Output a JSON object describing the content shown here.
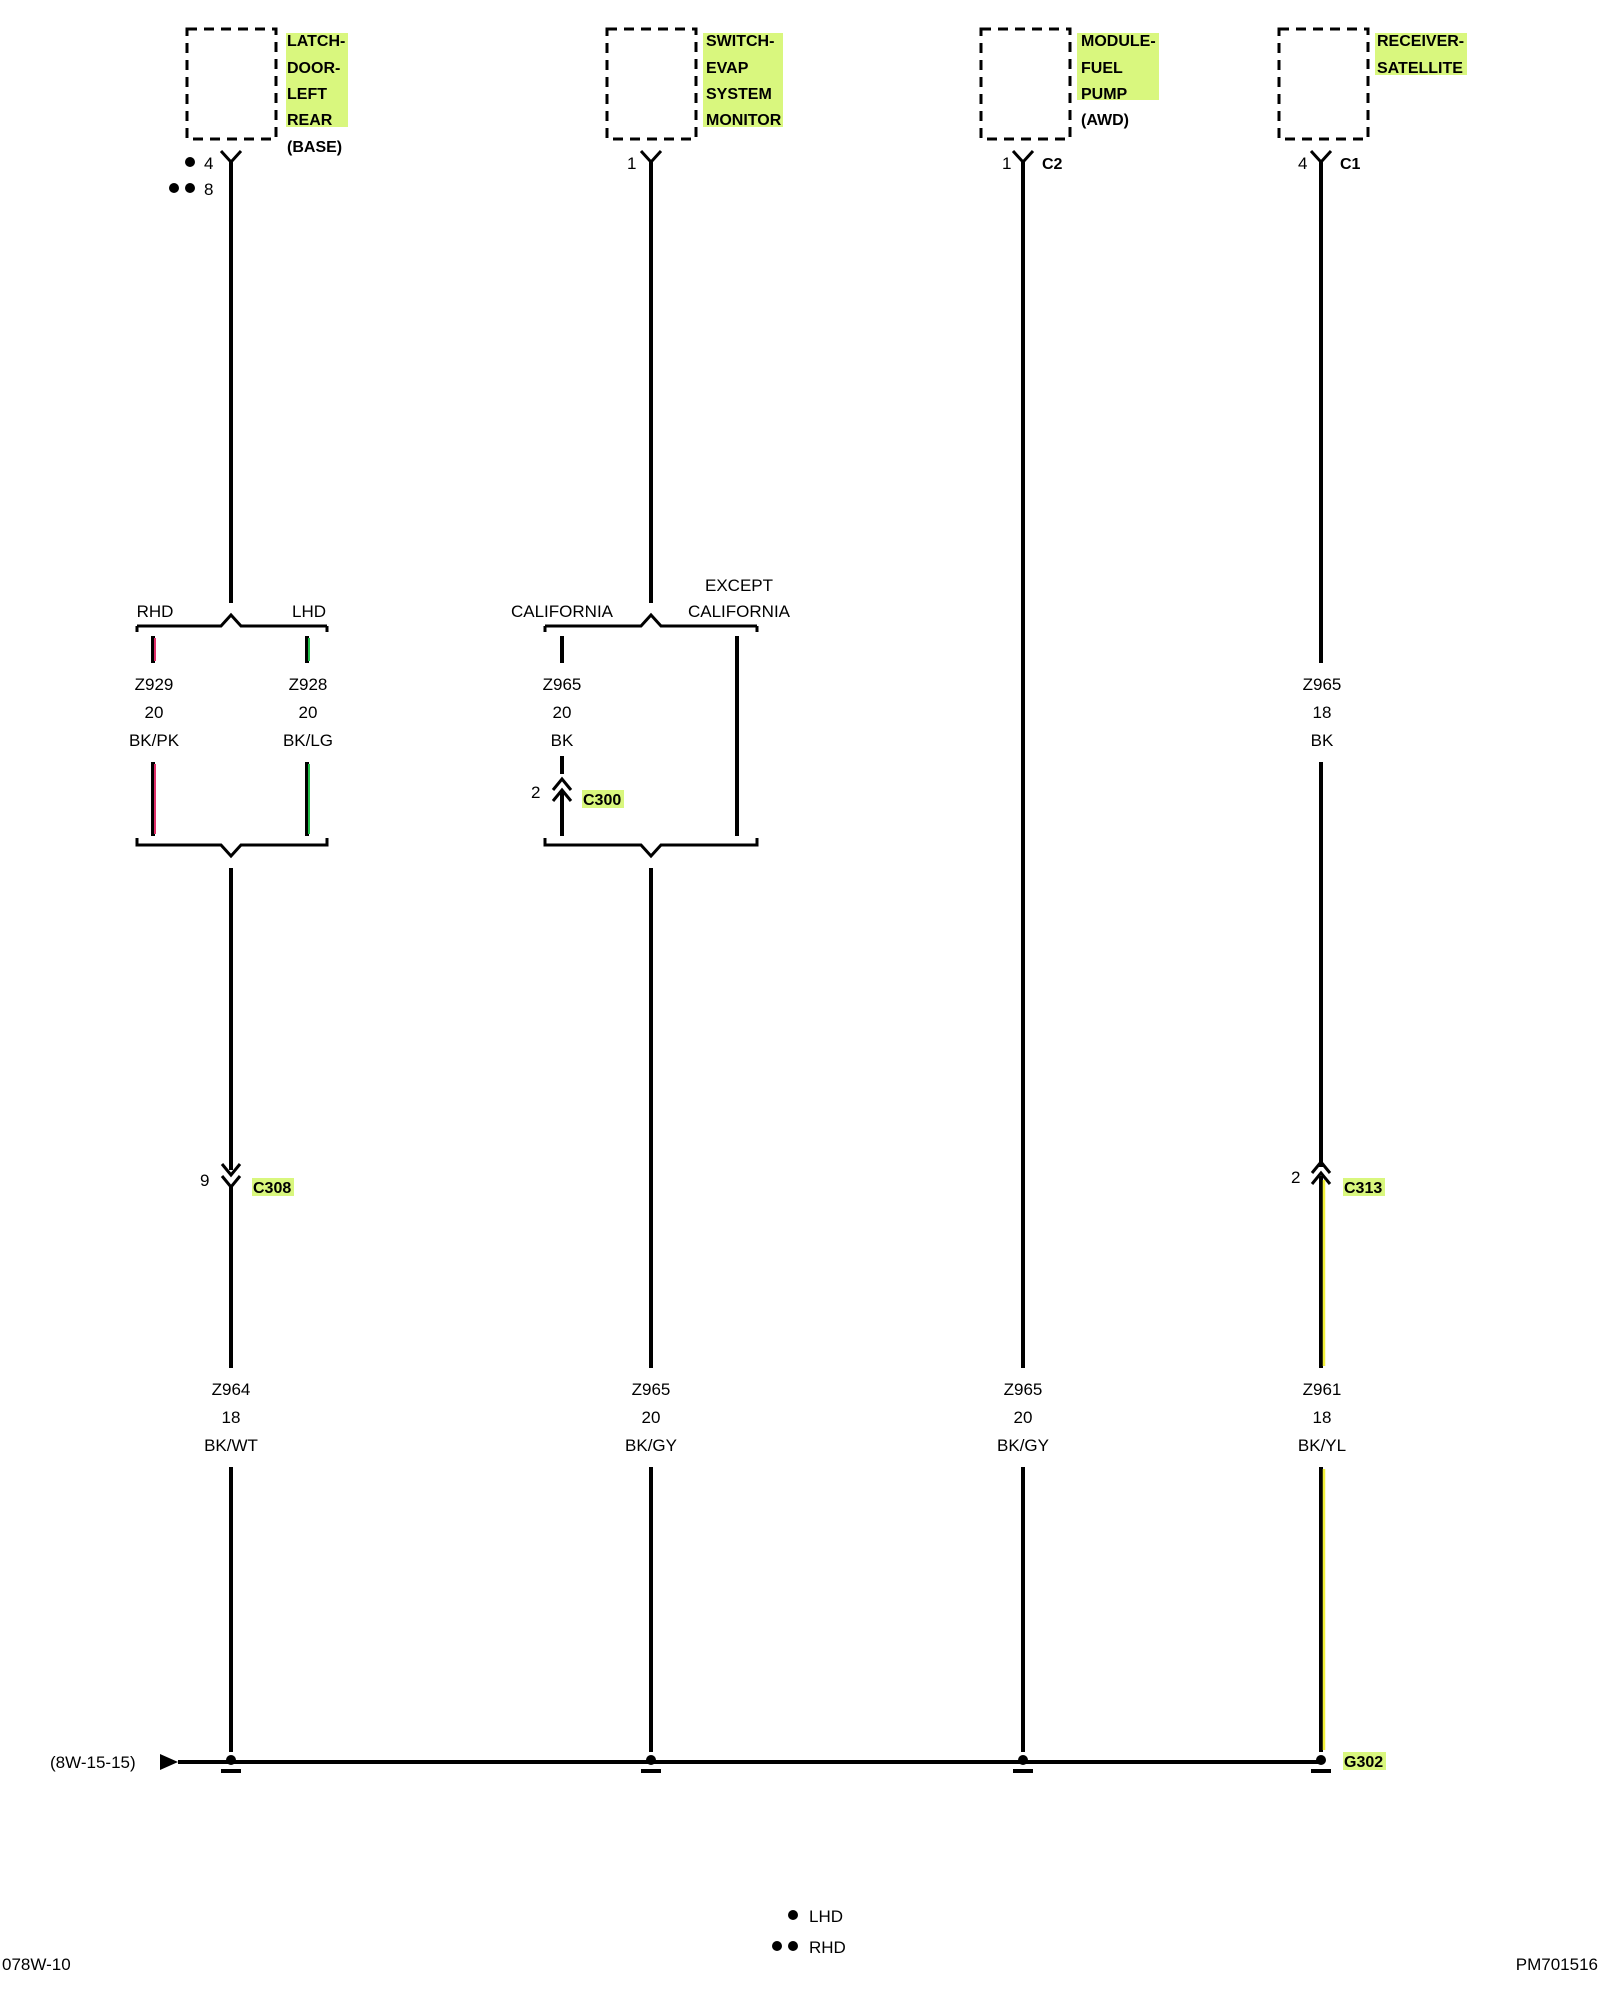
{
  "components": {
    "latch": {
      "lines": [
        "LATCH-",
        "DOOR-",
        "LEFT",
        "REAR"
      ],
      "qualifier": "(BASE)",
      "pin_lhd": "4",
      "pin_rhd": "8"
    },
    "evap": {
      "lines": [
        "SWITCH-",
        "EVAP",
        "SYSTEM",
        "MONITOR"
      ],
      "pin": "1"
    },
    "fuel": {
      "lines": [
        "MODULE-",
        "FUEL",
        "PUMP"
      ],
      "qualifier": "(AWD)",
      "pin": "1",
      "connector": "C2"
    },
    "receiver": {
      "lines": [
        "RECEIVER-",
        "SATELLITE"
      ],
      "pin": "4",
      "connector": "C1"
    }
  },
  "splits": {
    "rhd": "RHD",
    "lhd": "LHD",
    "california": "CALIFORNIA",
    "except_1": "EXCEPT",
    "except_2": "CALIFORNIA"
  },
  "wires": {
    "z929": {
      "circuit": "Z929",
      "gauge": "20",
      "color": "BK/PK"
    },
    "z928": {
      "circuit": "Z928",
      "gauge": "20",
      "color": "BK/LG"
    },
    "z965_cal": {
      "circuit": "Z965",
      "gauge": "20",
      "color": "BK"
    },
    "z965_rec": {
      "circuit": "Z965",
      "gauge": "18",
      "color": "BK"
    },
    "z964": {
      "circuit": "Z964",
      "gauge": "18",
      "color": "BK/WT"
    },
    "z965_evap": {
      "circuit": "Z965",
      "gauge": "20",
      "color": "BK/GY"
    },
    "z965_fuel": {
      "circuit": "Z965",
      "gauge": "20",
      "color": "BK/GY"
    },
    "z961": {
      "circuit": "Z961",
      "gauge": "18",
      "color": "BK/YL"
    }
  },
  "connectors": {
    "c300": {
      "name": "C300",
      "pin": "2"
    },
    "c308": {
      "name": "C308",
      "pin": "9"
    },
    "c313": {
      "name": "C313",
      "pin": "2"
    }
  },
  "ground": {
    "name": "G302",
    "reference": "(8W-15-15)"
  },
  "legend": {
    "lhd": "LHD",
    "rhd": "RHD"
  },
  "footer": {
    "left": "078W-10",
    "right": "PM701516"
  },
  "colors": {
    "highlight": "#d9f77e",
    "pink": "#e0306a",
    "light_green": "#22c04a",
    "yellow": "#f2f03a"
  }
}
